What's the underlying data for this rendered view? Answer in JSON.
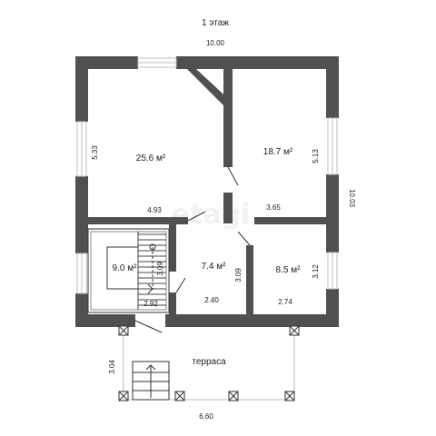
{
  "title": "1 этаж",
  "dimensions": {
    "top_width": "10.00",
    "right_height": "10.03",
    "room1_height": "5.33",
    "room1_width": "4.93",
    "room2_height": "5.13",
    "room2_width": "3.65",
    "room3_height": "3.09",
    "room3_width": "2.92",
    "room4_height": "3.09",
    "room4_width": "2.40",
    "room5_height": "3.12",
    "room5_width": "2.74",
    "terrace_height": "3.04",
    "terrace_width": "6.60"
  },
  "rooms": {
    "room1_area": "25.6 м²",
    "room2_area": "18.7 м²",
    "room3_area": "9.0 м²",
    "room4_area": "7.4 м²",
    "room5_area": "8.5 м²",
    "terrace_label": "терраса"
  },
  "watermark": "etagi",
  "colors": {
    "wall": "#505050",
    "window": "#bfbfbf",
    "thin_line": "#333333"
  }
}
